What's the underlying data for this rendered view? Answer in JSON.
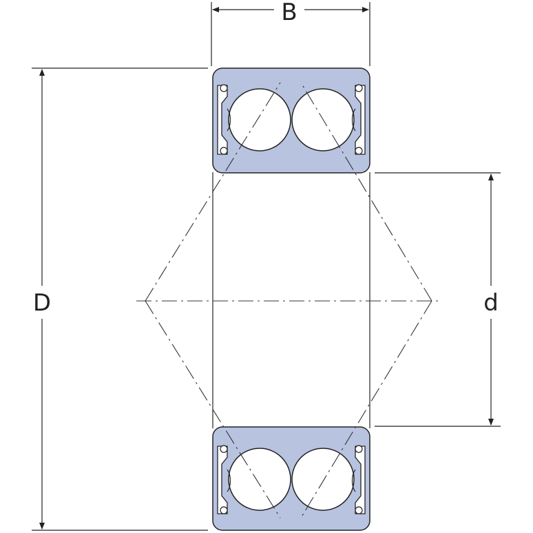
{
  "labels": {
    "width_symbol": "B",
    "outer_diameter_symbol": "D",
    "bore_diameter_symbol": "d"
  },
  "colors": {
    "ring_fill": "#b8c3e0",
    "line": "#222222",
    "ball_fill": "#ffffff"
  }
}
